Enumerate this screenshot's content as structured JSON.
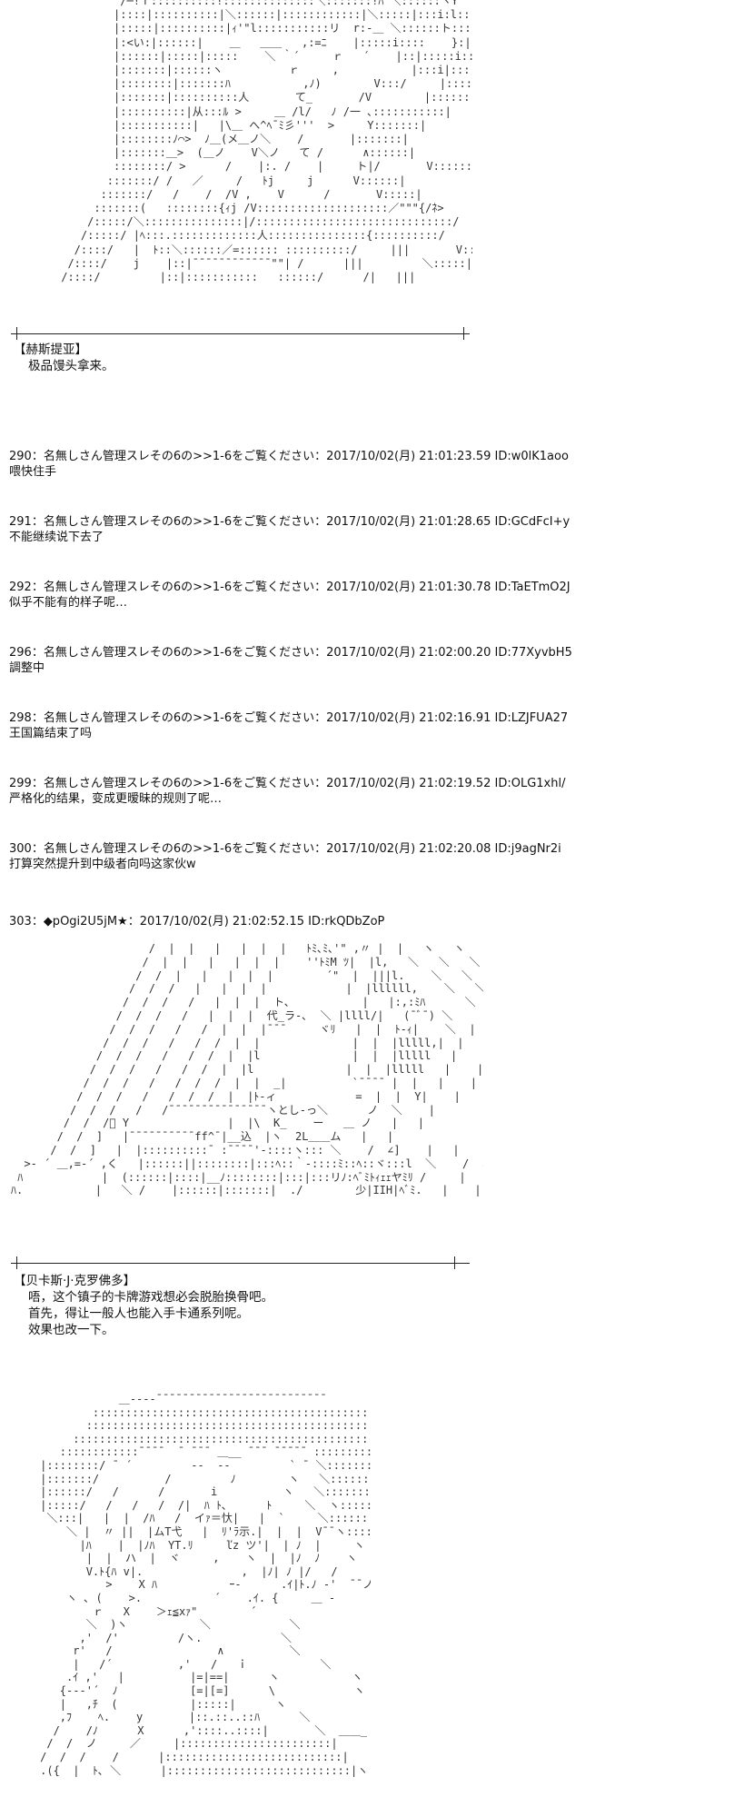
{
  "art_blocks": [
    {
      "id": "aa1",
      "lines": [
        "          /─!ｉ::::::::::!::::::::::::::＼:::::::!ﾊ ＼::::::ヽY",
        "         |::::|::::::::::|＼::::::|::::::::::::|＼:::::|:::i:l:::|::::::|",
        "         |:::::|::::::::::|ｨ'\"l:::::::::::リ  r:‐＿ ＼::::::ト:::::|::::::|",
        "         |:<い:|::::::|    ＿   ＿＿   ,:=ﾆ    |:::::i::::    }:|:::::::::::|",
        "         |::::::|:::::|:::::    ＼ ｀´     ｒ   ´    |::|:::::i::   |::::::::::::|",
        "         |:::::::|::::::ヽ          ｒ     ,           |:::i|::::  ﾉ  |:::::::::::|",
        "         |::::::::|:::::::ﾊ           ,ﾉ)        V:::/     |:::::::::::|",
        "         |:::::::|::::::::::人       て_       /V        |:::::::::::|",
        "         |::::::::::|从:::ﾙ >     ＿ /l/   ﾉ /一 ､:::::::::::|",
        "         |:::::::::::|   |\\＿ へ^ﾍ¯ﾐ彡'''  >     Y:::::::|",
        "         |::::::::ﾉ⌒>  ﾉ＿(メ＿ノ＼    /       |:::::::|",
        "         |:::::::＿>  (＿ノ    V＼ノ   て /      ∧::::::|",
        "         ::::::::/ >      /    |:. /    |     ト|/       V::::::|",
        "        :::::::/ /   ／     /   ﾄj     j      V::::::|",
        "       :::::::/   /    /  /V ,    V      /       V:::::|",
        "      :::::::(   ::::::::{ｨj /V::::::::::::::::::::／\"\"\"{/ﾈ>     V:::::|",
        "     /:::::/＼:::::::::::::::|/::::::::::::::::::::::::::::::/         V::::::|",
        "    /:::::/ |ﾍ:::.:::::::::::::人:::::::::::::::{::::::::::/    |||       V:::::|",
        "   /::::/   |  ﾄ::＼::::::／=:::::: ::::::::::/     |||       V:::::|",
        "  /::::/    j    |::|¯¯¯¯¯¯¯¯¯¯¯¯\"\"| /      |||         ＼:::::|",
        " /::::/         |::|:::::::::::   ::::::/      /|   |||           ＼::::."
      ]
    },
    {
      "id": "aa2",
      "lines": [
        "                     /  |  |   |   |  |  |   ﾄﾐ､ﾐ､'\" ,〃 |  |   ヽ   ヽ   ヽ",
        "                    /  |  |   |   |  |  |    ''ﾄﾐM ﾂ|  |l,   ＼   ＼   ＼",
        "                   /  /  |   |   |  |  |        ´\"  |  |||l.    ＼   ＼   ＼",
        "                  /  /  /   |   |  |  |            |  |llllll,    ＼   ＼",
        "                 /  /  /   /   |  |  |  ト､           |   |:,:ﾐﾊ      ＼   ＼",
        "                /  /  /   /   |  |  |  代_ラ-､  ＼ |llll/|   (¯ﾞ¯) ＼      ＼",
        "               /  /  /   /   /  |  |  |¯¯¯     ヾﾘ   |  |  ﾄ-ｨ|    ＼  |",
        "              /  /  /   /   /  /  |  |              |  |  |lllll,|  |    |",
        "             /  /  /   /   /  /  |  |l              |  |  |lllll   |    |",
        "            /  /  /   /   /  /  |  |l              |  |  |lllll   |    |",
        "           /  /  /   /   /  /  /  |  |  _|          `¯¯¯¯ |  |   |    |",
        "          /  /  /   /   /  /  /  |  |ﾄ-ィ            =  |  |  Y|    |",
        "         /  /  /   /   /¯¯¯¯¯¯¯¯¯¯¯¯¯¯¯ヽとし-っ＼      ノ  ＼    |",
        "        /  /  /ﾟ Y               |  |\\  K_    ー   ＿ ノ   |   |",
        "       /  /  ]   |¯¯¯¯¯¯¯¯¯¯ff^¯|__込  |ヽ  2L＿＿ム   |   |",
        "      /  /  ]   |  |::::::::::¯ :¯¯¯¯'-::::ヽ::: ＼    /  ∠]    |   |",
        "  >‐ ´ ＿,=-´ ,く   |::::::||::::::::|:::ﾍ::｀-::::ﾐ::ﾍ::ヾ:::l  ＼    /  ∠ ]   |",
        " ﾊ            |  (::::::|::::|__ﾉ::::::::|:::|:::リﾉ:ﾍﾞﾐﾄｨｪｪヤﾐﾘ /     |   |",
        "ﾊ.           |   ＼ /    |::::::|:::::::|  ./        少|IIH|ﾍﾞﾐ.   |    |"
      ]
    },
    {
      "id": "aa3",
      "lines": [
        "                 ＿--‐‐¯¯¯¯¯¯¯¯¯¯¯¯¯¯¯¯¯¯¯¯¯¯¯¯¯¯",
        "             ::::::::::::::::::::::::::::::::::::::::::::::::::::::::::::/",
        "            ::::::::::::::::::::::::::::::::::::::::::::::::::::::::::::/",
        "          ::::::::::::::::::::::::::::::::::::::::::::::::::::::::::::/",
        "        ::::::::::::¯¯¯¯  ¯ ¯¯¯ ＿__ ¯¯¯ ¯¯¯¯¯ :::::::::::::::",
        "     |::::::::/ ¯ ´         -‐  ‐-         ` ¯ ＼::::::::::::",
        "     |:::::::/          /         ﾉ        ヽ   ＼:::::::::::",
        "     |::::::/   /      /       i          ヽ   ＼::::::::",
        "     |:::::/   /   /   /  /|  ﾊ ﾄ､      ﾄ     ＼  ヽ:::::",
        "      ＼:::|   |  |  /ﾊ   /  イｧ＝忕|   |  `     ＼::::::",
        "         ＼ |  〃 ||  |ムT弋   |  ﾘ'ﾗ示.|  |  |  V¯¯ヽ::::",
        "           |ﾊ    |  |ﾉﾊ  YT.ﾘ     ľz ツ'|  | ﾉ  |     ヽ",
        "            |  |  ハ  |  ヾ     ,    ヽ  |  |ﾉ  ﾉ    ヽ",
        "            V.ﾄ{ﾊ v|.               ,  |ﾉ| ﾉ |/   /",
        "               >    X ﾊ           ｰ‐      .ｲ|ﾄ.ﾉ ‐'  ¯¯ノ",
        "         ヽ ､ (    >.           ´    .ｲ. {     ＿ ‐",
        "             ｒ   X    ＞ｪ≦xｧ\"        ´",
        "            ＼  )ヽ           ＼            ＼",
        "           ,'  /'         /ヽ.            ＼",
        "          r'   /                ∧          ＼",
        "          |   /´          ,'   /   ｉ           ＼",
        "         .ｲ ,'   |          |=|==|      ヽ           ヽ",
        "        {‐-‐'´  ﾉ           [=|[=]      \\            ヽ",
        "        |   ,ﾁ  (           |:::::|      ヽ             ＼",
        "        ,ﾌ    ﾍ.    y       |::.::..::ﾊ      ＼             ＼",
        "       /    /ﾉ      X      ,'::::..::::|       ＼  ＿＿_  ＿ _ ノ〕",
        "      /  /  ノ     ／     |:::::::::::::::::::::::|        イ ´  ノ〕",
        "     /  /  /    /      |:::::::::::::::::::::::::::|       /   ¯¯",
        "     .({  |  ﾄ､ ＼      |::::::::::::::::::::::::::::|ヽ ヽ    ﾙ  ｆ   ﾄ ｜"
      ]
    }
  ],
  "caption1": {
    "name": "【赫斯提亚】",
    "lines": [
      "极品馒头拿来。"
    ]
  },
  "posts": [
    {
      "header": "290：名無しさん管理スレその6の>>1-6をご覧ください：2017/10/02(月) 21:01:23.59 ID:w0lK1aoo",
      "body": "喂快住手"
    },
    {
      "header": "291：名無しさん管理スレその6の>>1-6をご覧ください：2017/10/02(月) 21:01:28.65 ID:GCdFcI+y",
      "body": "不能继续说下去了"
    },
    {
      "header": "292：名無しさん管理スレその6の>>1-6をご覧ください：2017/10/02(月) 21:01:30.78 ID:TaETmO2J",
      "body": "似乎不能有的样子呢…"
    },
    {
      "header": "296：名無しさん管理スレその6の>>1-6をご覧ください：2017/10/02(月) 21:02:00.20 ID:77XyvbH5",
      "body": "調整中"
    },
    {
      "header": "298：名無しさん管理スレその6の>>1-6をご覧ください：2017/10/02(月) 21:02:16.91 ID:LZJFUA27",
      "body": "王国篇结束了吗"
    },
    {
      "header": "299：名無しさん管理スレその6の>>1-6をご覧ください：2017/10/02(月) 21:02:19.52 ID:OLG1xhl/",
      "body": "严格化的结果，变成更暧昧的规则了呢…"
    },
    {
      "header": "300：名無しさん管理スレその6の>>1-6をご覧ください：2017/10/02(月) 21:02:20.08 ID:j9agNr2i",
      "body": "打算突然提升到中级者向吗这家伙w"
    }
  ],
  "post303": {
    "header": "303：◆pOgi2U5jM★：2017/10/02(月) 21:02:52.15 ID:rkQDbZoP"
  },
  "caption2": {
    "name": "【贝卡斯·J·克罗佛多】",
    "lines": [
      "唔，这个镇子的卡牌游戏想必会脱胎换骨吧。",
      "首先，得让一般人也能入手卡通系列呢。",
      "效果也改一下。"
    ]
  }
}
